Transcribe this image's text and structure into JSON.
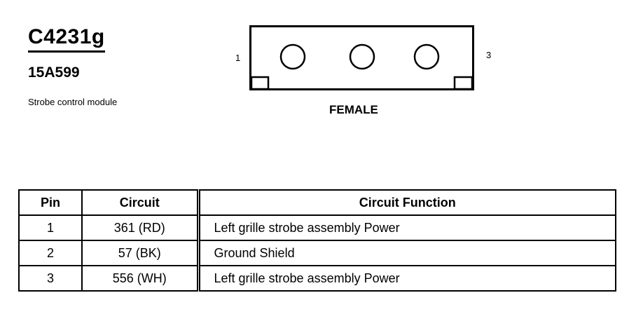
{
  "connector": {
    "id": "C4231g",
    "part_number": "15A599",
    "description": "Strobe control module"
  },
  "diagram": {
    "pin_left": "1",
    "pin_right": "3",
    "gender": "FEMALE"
  },
  "table": {
    "headers": [
      "Pin",
      "Circuit",
      "Circuit Function"
    ],
    "rows": [
      {
        "pin": "1",
        "circuit": "361 (RD)",
        "function": "Left grille strobe assembly Power"
      },
      {
        "pin": "2",
        "circuit": "57 (BK)",
        "function": "Ground Shield"
      },
      {
        "pin": "3",
        "circuit": "556 (WH)",
        "function": "Left grille strobe assembly Power"
      }
    ]
  }
}
